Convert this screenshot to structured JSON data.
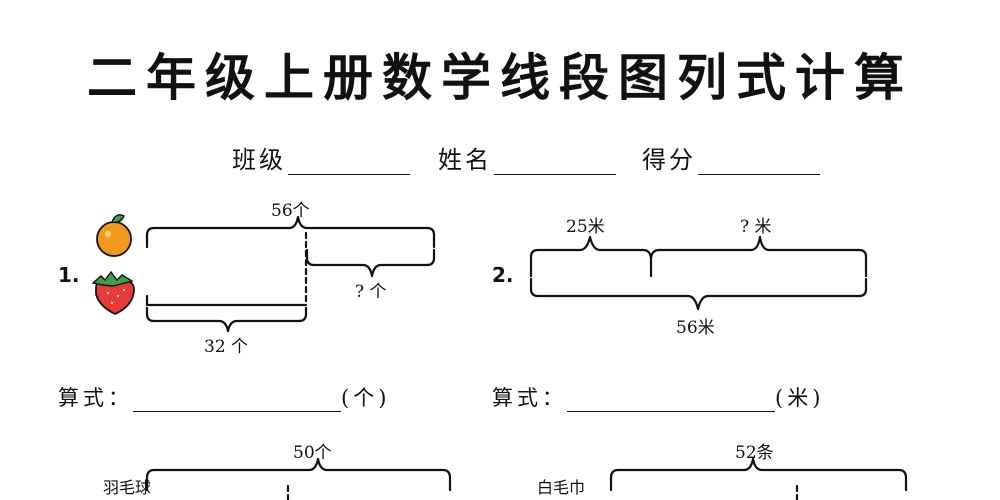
{
  "title": "二年级上册数学线段图列式计算",
  "header": {
    "class_label": "班级",
    "name_label": "姓名",
    "score_label": "得分"
  },
  "problems": [
    {
      "number": "1.",
      "top_total": "56个",
      "right_part": "? 个",
      "bottom_part": "32 个",
      "items": [
        {
          "icon": "orange-icon"
        },
        {
          "icon": "strawberry-icon"
        }
      ],
      "answer_prefix": "算式：",
      "answer_unit": "(个)"
    },
    {
      "number": "2.",
      "left_part": "25米",
      "right_part": "? 米",
      "total": "56米",
      "answer_prefix": "算式：",
      "answer_unit": "(米)"
    },
    {
      "item_label": "羽毛球",
      "top_total": "50个"
    },
    {
      "item_label": "白毛巾",
      "top_total": "52条"
    }
  ],
  "colors": {
    "orange": "#f39a1e",
    "strawberry": "#e83a3a",
    "leaf": "#3aa341",
    "ink": "#111111"
  }
}
